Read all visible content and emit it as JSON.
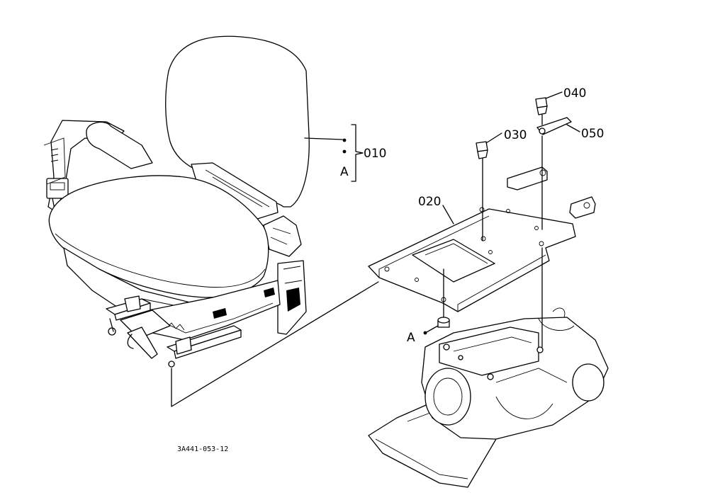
{
  "parts": {
    "p010": "010",
    "p020": "020",
    "p030": "030",
    "p040": "040",
    "p050": "050"
  },
  "markers": {
    "a_seat": "A",
    "a_spacer": "A"
  },
  "drawing_code": "3A441-053-12"
}
